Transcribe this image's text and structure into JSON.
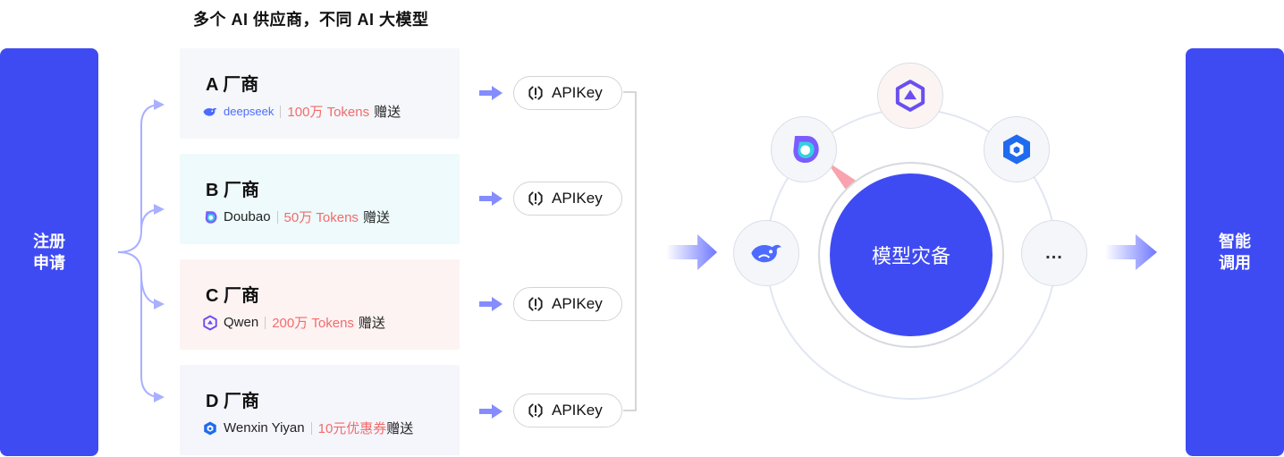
{
  "title": "多个 AI 供应商，不同 AI 大模型",
  "left_panel": {
    "line1": "注册",
    "line2": "申请"
  },
  "right_panel": {
    "line1": "智能",
    "line2": "调用"
  },
  "vendors": [
    {
      "name": "A 厂商",
      "brand": "deepseek",
      "gift": "100万 Tokens",
      "suffix": "赠送"
    },
    {
      "name": "B 厂商",
      "brand": "Doubao",
      "gift": "50万 Tokens",
      "suffix": "赠送"
    },
    {
      "name": "C 厂商",
      "brand": "Qwen",
      "gift": "200万 Tokens",
      "suffix": "赠送"
    },
    {
      "name": "D 厂商",
      "brand": "Wenxin Yiyan",
      "gift": "10元优惠券",
      "suffix": "赠送"
    }
  ],
  "apikey_label": "APIKey",
  "core_label": "模型灾备",
  "more_label": "...",
  "colors": {
    "primary": "#3f4bf2",
    "gift": "#f26b6b",
    "arrow": "#6f78ff",
    "connector": "#a9b0ff"
  },
  "icons": [
    "deepseek-whale-icon",
    "doubao-icon",
    "qwen-icon",
    "wenxin-icon",
    "apikey-icon",
    "arrow-right-icon",
    "more-icon"
  ]
}
